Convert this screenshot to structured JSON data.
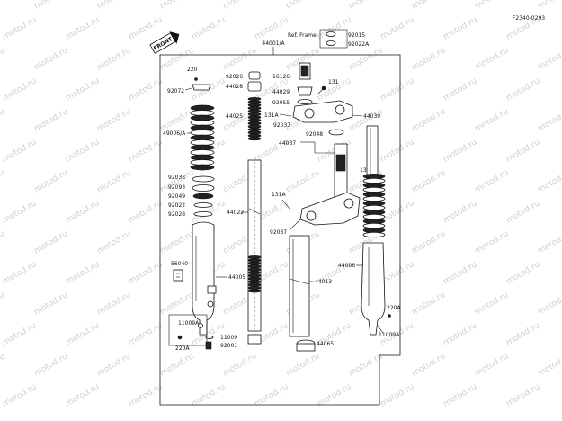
{
  "diagram_code": "F2340-0293",
  "front_label": "FRONT",
  "ref_frame_label": "Ref. Frame",
  "watermark": "motod.ru",
  "labels": {
    "p44001": "44001/A",
    "p92015": "92015",
    "p92022A": "92022A",
    "p220": "220",
    "p92072": "92072",
    "p92026": "92026",
    "p44028": "44028",
    "p16126": "16126",
    "p131_top": "131",
    "p44029": "44029",
    "p92055": "92055",
    "p44039": "44039",
    "p44025": "44025",
    "p131A_top": "131A",
    "p92037_top": "92037",
    "p92048": "92048",
    "p49006": "49006/A",
    "p44037": "44037",
    "p92033": "92033",
    "p92093": "92093",
    "p92049": "92049",
    "p92022": "92022",
    "p92028": "92028",
    "p44022": "44022",
    "p131A_mid": "131A",
    "p131_mid": "131",
    "p92037_mid": "92037",
    "p56040": "56040",
    "p44005": "44005",
    "p44013": "44013",
    "p44006": "44006",
    "p11009A_left": "11009A",
    "p11009": "11009",
    "p220A_left": "220A",
    "p92001": "92001",
    "p44065": "44065",
    "p220A_right": "220A",
    "p11009A_right": "11009A"
  }
}
